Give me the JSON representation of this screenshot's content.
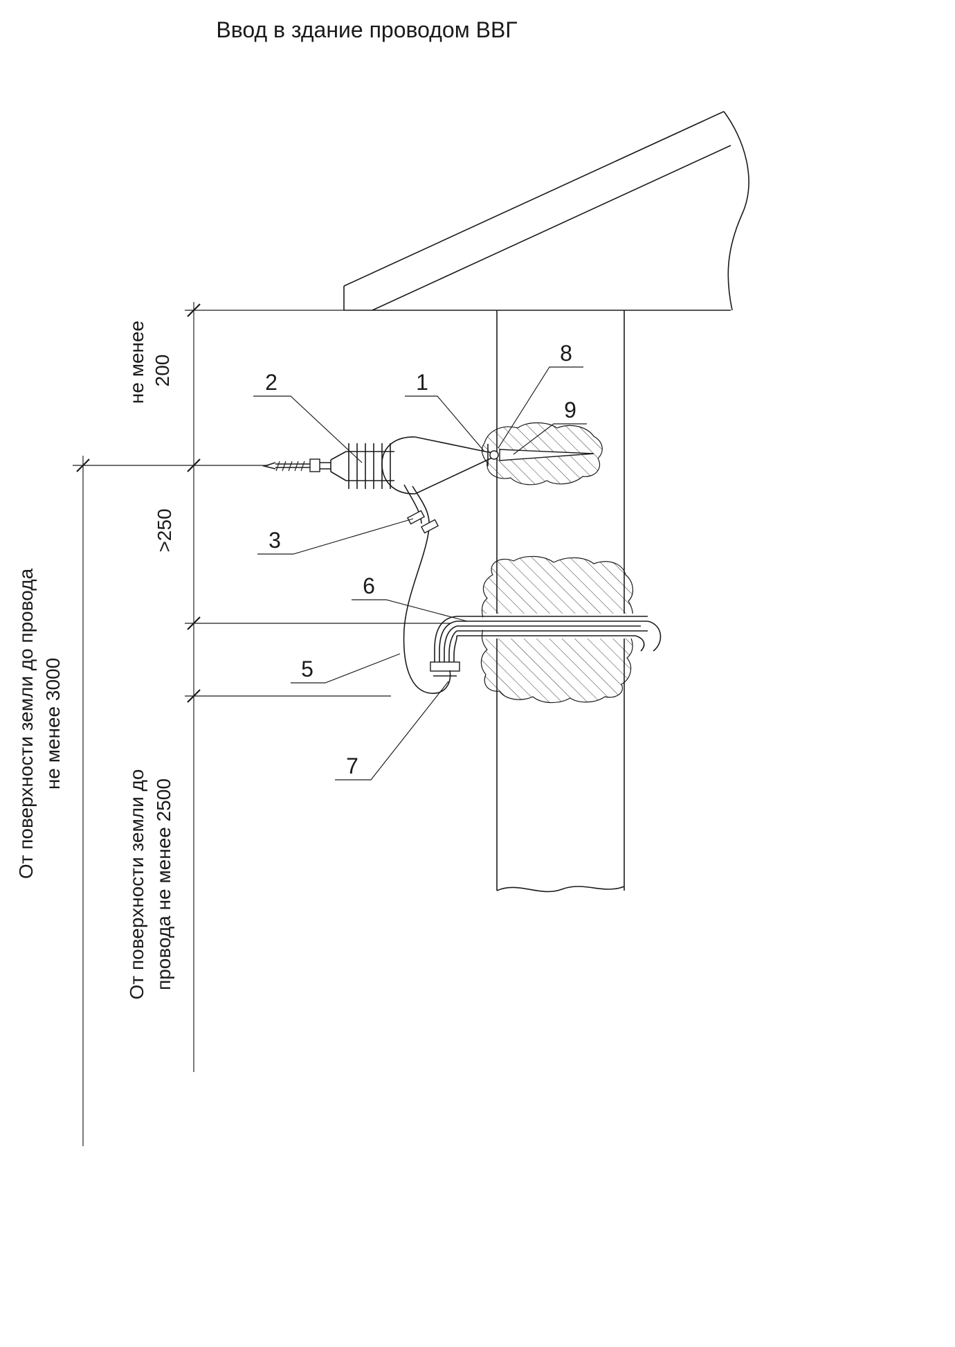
{
  "title": "Ввод в здание проводом ВВГ",
  "colors": {
    "line": "#1a1a1a",
    "background": "#ffffff"
  },
  "dimensions": {
    "eave_to_wire": {
      "line1": "не менее",
      "line2": "200"
    },
    "wire_to_entry": {
      "value": ">250"
    },
    "ground_to_wire": {
      "line1": "От поверхности земли до провода",
      "line2": "не менее 3000"
    },
    "ground_to_entry": {
      "line1": "От поверхности земли до",
      "line2": "провода не менее 2500"
    }
  },
  "callouts": {
    "item1": "1",
    "item2": "2",
    "item3": "3",
    "item5": "5",
    "item6": "6",
    "item7": "7",
    "item8": "8",
    "item9": "9"
  }
}
